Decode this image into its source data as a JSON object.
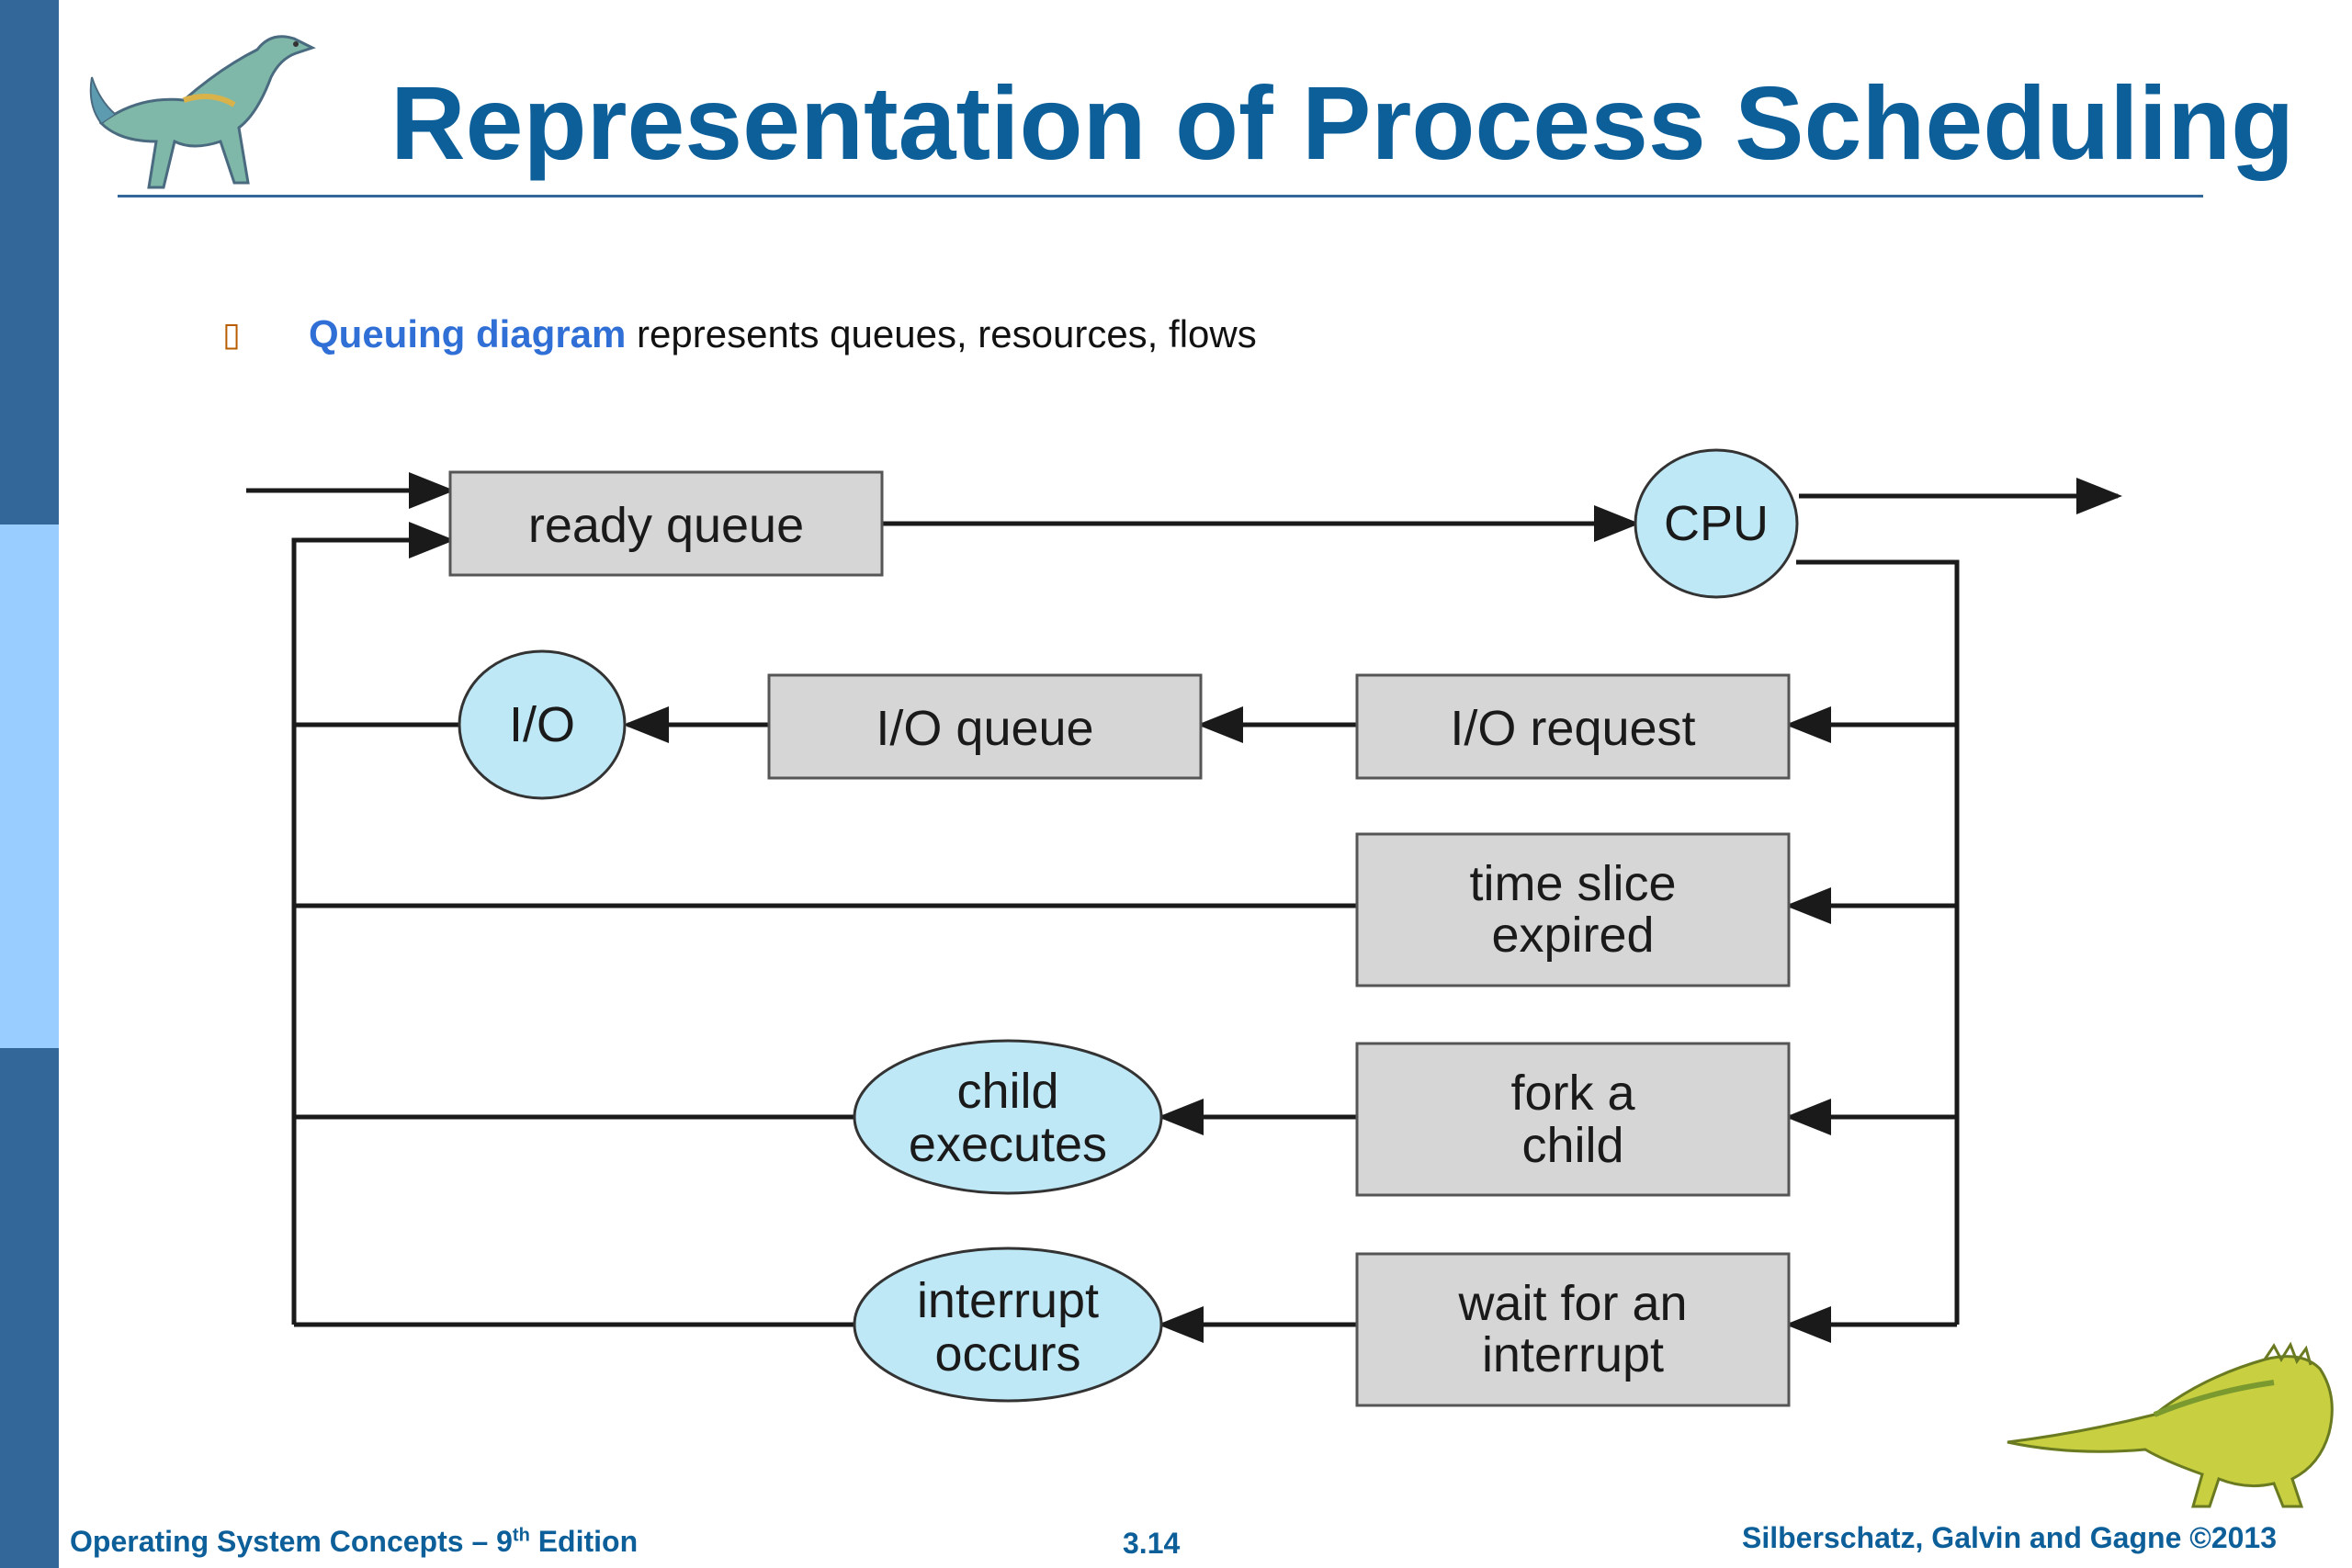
{
  "slide": {
    "title": "Representation of Process Scheduling",
    "bullet": {
      "icon": "bullet-square-icon",
      "highlight": "Queuing diagram",
      "rest": " represents queues, resources, flows"
    }
  },
  "diagram": {
    "ready_queue": "ready queue",
    "cpu": "CPU",
    "io": "I/O",
    "io_queue": "I/O queue",
    "io_request": "I/O request",
    "time_slice_line1": "time slice",
    "time_slice_line2": "expired",
    "fork_line1": "fork a",
    "fork_line2": "child",
    "child_exec_line1": "child",
    "child_exec_line2": "executes",
    "wait_line1": "wait for an",
    "wait_line2": "interrupt",
    "interrupt_line1": "interrupt",
    "interrupt_line2": "occurs",
    "colors": {
      "box_fill": "#d6d6d6",
      "node_fill": "#bfe8f6",
      "line": "#1a1a1a"
    }
  },
  "footer": {
    "book": "Operating System Concepts – 9",
    "edition_sup": "th",
    "edition_word": " Edition",
    "page": "3.14",
    "copyright": "Silberschatz, Galvin and Gagne ©2013"
  },
  "theme": {
    "title_color": "#0d5f9a",
    "sidebar_dark": "#336699",
    "sidebar_light": "#99ccff"
  }
}
